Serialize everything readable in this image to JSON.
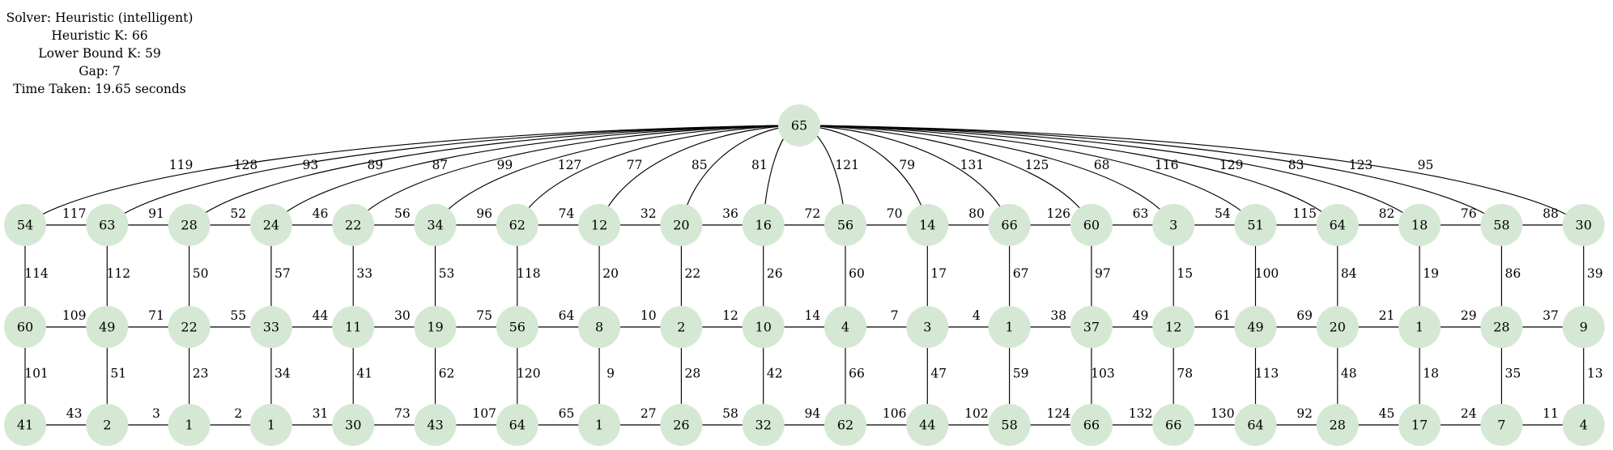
{
  "info": {
    "solver": "Solver: Heuristic (intelligent)",
    "heuristic_k": "Heuristic K: 66",
    "lower_bound_k": "Lower Bound K: 59",
    "gap": "Gap: 7",
    "time_taken": "Time Taken: 19.65 seconds"
  },
  "graph": {
    "hub": {
      "id": "h",
      "label": "65"
    },
    "rows": [
      [
        "54",
        "63",
        "28",
        "24",
        "22",
        "34",
        "62",
        "12",
        "20",
        "16",
        "56",
        "14",
        "66",
        "60",
        "3",
        "51",
        "64",
        "18",
        "58",
        "30"
      ],
      [
        "60",
        "49",
        "22",
        "33",
        "11",
        "19",
        "56",
        "8",
        "2",
        "10",
        "4",
        "3",
        "1",
        "37",
        "12",
        "49",
        "20",
        "1",
        "28",
        "9"
      ],
      [
        "41",
        "2",
        "1",
        "1",
        "30",
        "43",
        "64",
        "1",
        "26",
        "32",
        "62",
        "44",
        "58",
        "66",
        "66",
        "64",
        "28",
        "17",
        "7",
        "4"
      ]
    ],
    "hub_edge_labels": [
      "119",
      "128",
      "93",
      "89",
      "87",
      "99",
      "127",
      "77",
      "85",
      "81",
      "121",
      "79",
      "131",
      "125",
      "68",
      "116",
      "129",
      "83",
      "123",
      "95"
    ],
    "row_edge_labels": [
      [
        "117",
        "91",
        "52",
        "46",
        "56",
        "96",
        "74",
        "32",
        "36",
        "72",
        "70",
        "80",
        "126",
        "63",
        "54",
        "115",
        "82",
        "76",
        "88"
      ],
      [
        "109",
        "71",
        "55",
        "44",
        "30",
        "75",
        "64",
        "10",
        "12",
        "14",
        "7",
        "4",
        "38",
        "49",
        "61",
        "69",
        "21",
        "29",
        "37"
      ],
      [
        "43",
        "3",
        "2",
        "31",
        "73",
        "107",
        "65",
        "27",
        "58",
        "94",
        "106",
        "102",
        "124",
        "132",
        "130",
        "92",
        "45",
        "24",
        "11"
      ]
    ],
    "column_edge_labels": [
      [
        "114",
        "112",
        "50",
        "57",
        "33",
        "53",
        "118",
        "20",
        "22",
        "26",
        "60",
        "17",
        "67",
        "97",
        "15",
        "100",
        "84",
        "19",
        "86",
        "39"
      ],
      [
        "101",
        "51",
        "23",
        "34",
        "41",
        "62",
        "120",
        "9",
        "28",
        "42",
        "66",
        "47",
        "59",
        "103",
        "78",
        "113",
        "48",
        "18",
        "35",
        "13"
      ]
    ]
  }
}
